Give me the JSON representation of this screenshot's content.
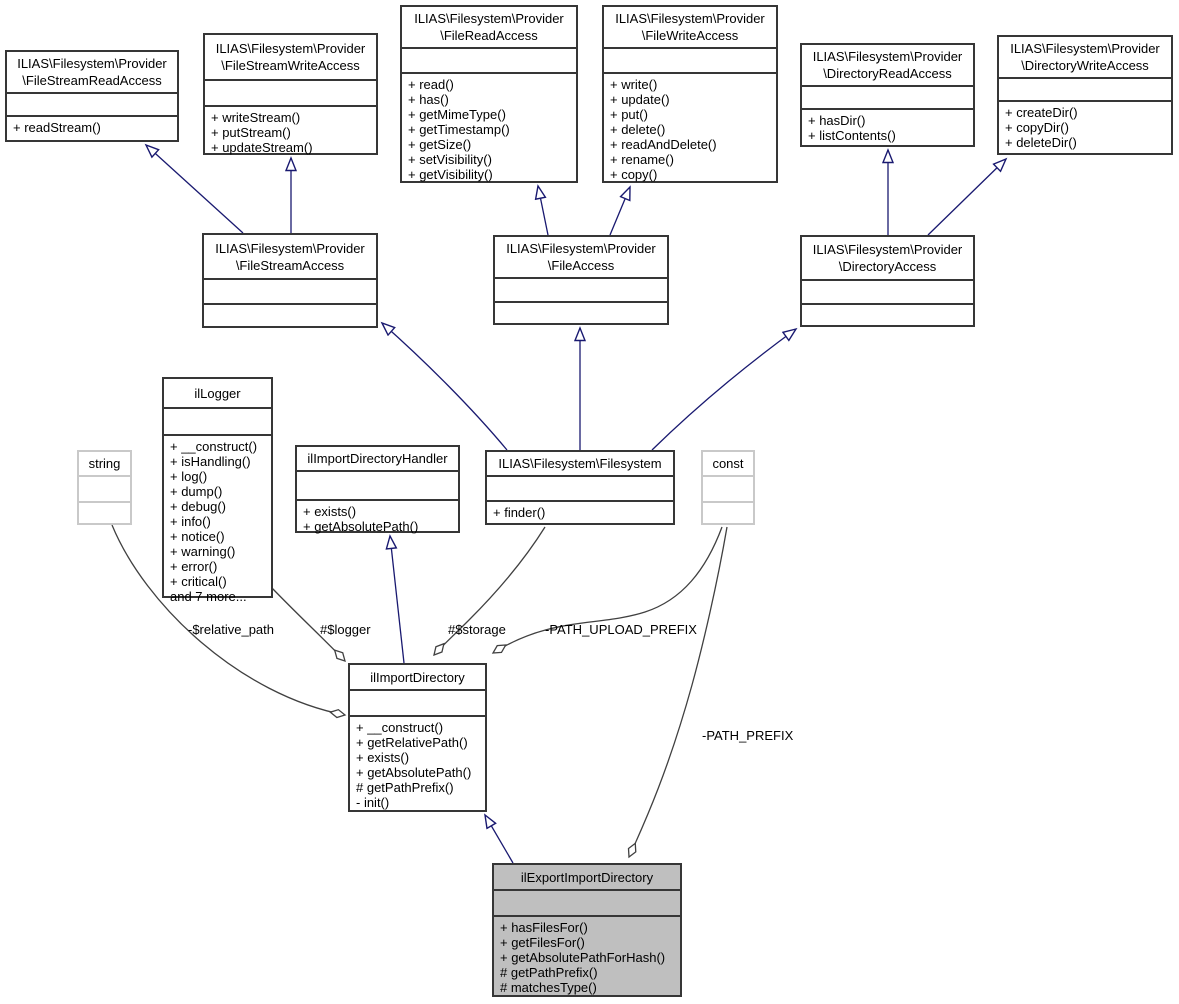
{
  "diagram": {
    "type": "uml-class-collaboration-diagram",
    "highlighted_class": "ilExportImportDirectory"
  },
  "colors": {
    "inheritance_edge": "#191970",
    "aggregation_edge": "#404040",
    "class_border": "#363636",
    "class_fill": "#ffffff",
    "highlight_fill": "#bfbfbf",
    "muted_border": "#c9c9c9",
    "background": "#ffffff"
  },
  "classes": {
    "file_stream_read_access": {
      "title_line1": "ILIAS\\Filesystem\\Provider",
      "title_line2": "\\FileStreamReadAccess",
      "methods": [
        "+ readStream()"
      ]
    },
    "file_stream_write_access": {
      "title_line1": "ILIAS\\Filesystem\\Provider",
      "title_line2": "\\FileStreamWriteAccess",
      "methods": [
        "+ writeStream()",
        "+ putStream()",
        "+ updateStream()"
      ]
    },
    "file_read_access": {
      "title_line1": "ILIAS\\Filesystem\\Provider",
      "title_line2": "\\FileReadAccess",
      "methods": [
        "+ read()",
        "+ has()",
        "+ getMimeType()",
        "+ getTimestamp()",
        "+ getSize()",
        "+ setVisibility()",
        "+ getVisibility()"
      ]
    },
    "file_write_access": {
      "title_line1": "ILIAS\\Filesystem\\Provider",
      "title_line2": "\\FileWriteAccess",
      "methods": [
        "+ write()",
        "+ update()",
        "+ put()",
        "+ delete()",
        "+ readAndDelete()",
        "+ rename()",
        "+ copy()"
      ]
    },
    "directory_read_access": {
      "title_line1": "ILIAS\\Filesystem\\Provider",
      "title_line2": "\\DirectoryReadAccess",
      "methods": [
        "+ hasDir()",
        "+ listContents()"
      ]
    },
    "directory_write_access": {
      "title_line1": "ILIAS\\Filesystem\\Provider",
      "title_line2": "\\DirectoryWriteAccess",
      "methods": [
        "+ createDir()",
        "+ copyDir()",
        "+ deleteDir()"
      ]
    },
    "file_stream_access": {
      "title_line1": "ILIAS\\Filesystem\\Provider",
      "title_line2": "\\FileStreamAccess",
      "methods": []
    },
    "file_access": {
      "title_line1": "ILIAS\\Filesystem\\Provider",
      "title_line2": "\\FileAccess",
      "methods": []
    },
    "directory_access": {
      "title_line1": "ILIAS\\Filesystem\\Provider",
      "title_line2": "\\DirectoryAccess",
      "methods": []
    },
    "string_type": {
      "title_line1": "string",
      "methods": []
    },
    "il_logger": {
      "title_line1": "ilLogger",
      "methods": [
        "+ __construct()",
        "+ isHandling()",
        "+ log()",
        "+ dump()",
        "+ debug()",
        "+ info()",
        "+ notice()",
        "+ warning()",
        "+ error()",
        "+ critical()",
        "and 7 more..."
      ]
    },
    "il_import_directory_handler": {
      "title_line1": "ilImportDirectoryHandler",
      "methods": [
        "+ exists()",
        "+ getAbsolutePath()"
      ]
    },
    "filesystem": {
      "title_line1": "ILIAS\\Filesystem\\Filesystem",
      "methods": [
        "+ finder()"
      ]
    },
    "const_type": {
      "title_line1": "const",
      "methods": []
    },
    "il_import_directory": {
      "title_line1": "ilImportDirectory",
      "methods": [
        "+ __construct()",
        "+ getRelativePath()",
        "+ exists()",
        "+ getAbsolutePath()",
        "# getPathPrefix()",
        "- init()"
      ]
    },
    "il_export_import_directory": {
      "title_line1": "ilExportImportDirectory",
      "methods": [
        "+ hasFilesFor()",
        "+ getFilesFor()",
        "+ getAbsolutePathForHash()",
        "# getPathPrefix()",
        "# matchesType()"
      ]
    }
  },
  "edge_labels": {
    "relative_path": "-$relative_path",
    "logger": "#$logger",
    "storage": "#$storage",
    "upload_prefix": "-PATH_UPLOAD_PREFIX",
    "path_prefix": "-PATH_PREFIX"
  },
  "edges": [
    {
      "type": "inheritance",
      "from": "file_stream_access",
      "to": "file_stream_read_access"
    },
    {
      "type": "inheritance",
      "from": "file_stream_access",
      "to": "file_stream_write_access"
    },
    {
      "type": "inheritance",
      "from": "file_access",
      "to": "file_read_access"
    },
    {
      "type": "inheritance",
      "from": "file_access",
      "to": "file_write_access"
    },
    {
      "type": "inheritance",
      "from": "directory_access",
      "to": "directory_read_access"
    },
    {
      "type": "inheritance",
      "from": "directory_access",
      "to": "directory_write_access"
    },
    {
      "type": "inheritance",
      "from": "filesystem",
      "to": "file_stream_access"
    },
    {
      "type": "inheritance",
      "from": "filesystem",
      "to": "file_access"
    },
    {
      "type": "inheritance",
      "from": "filesystem",
      "to": "directory_access"
    },
    {
      "type": "inheritance",
      "from": "il_import_directory",
      "to": "il_import_directory_handler"
    },
    {
      "type": "inheritance",
      "from": "il_export_import_directory",
      "to": "il_import_directory"
    },
    {
      "type": "aggregation",
      "from": "string_type",
      "to": "il_import_directory",
      "label": "-$relative_path"
    },
    {
      "type": "aggregation",
      "from": "il_logger",
      "to": "il_import_directory",
      "label": "#$logger"
    },
    {
      "type": "aggregation",
      "from": "filesystem",
      "to": "il_import_directory",
      "label": "#$storage"
    },
    {
      "type": "aggregation",
      "from": "const_type",
      "to": "il_import_directory",
      "label": "-PATH_UPLOAD_PREFIX"
    },
    {
      "type": "aggregation",
      "from": "const_type",
      "to": "il_export_import_directory",
      "label": "-PATH_PREFIX"
    }
  ]
}
